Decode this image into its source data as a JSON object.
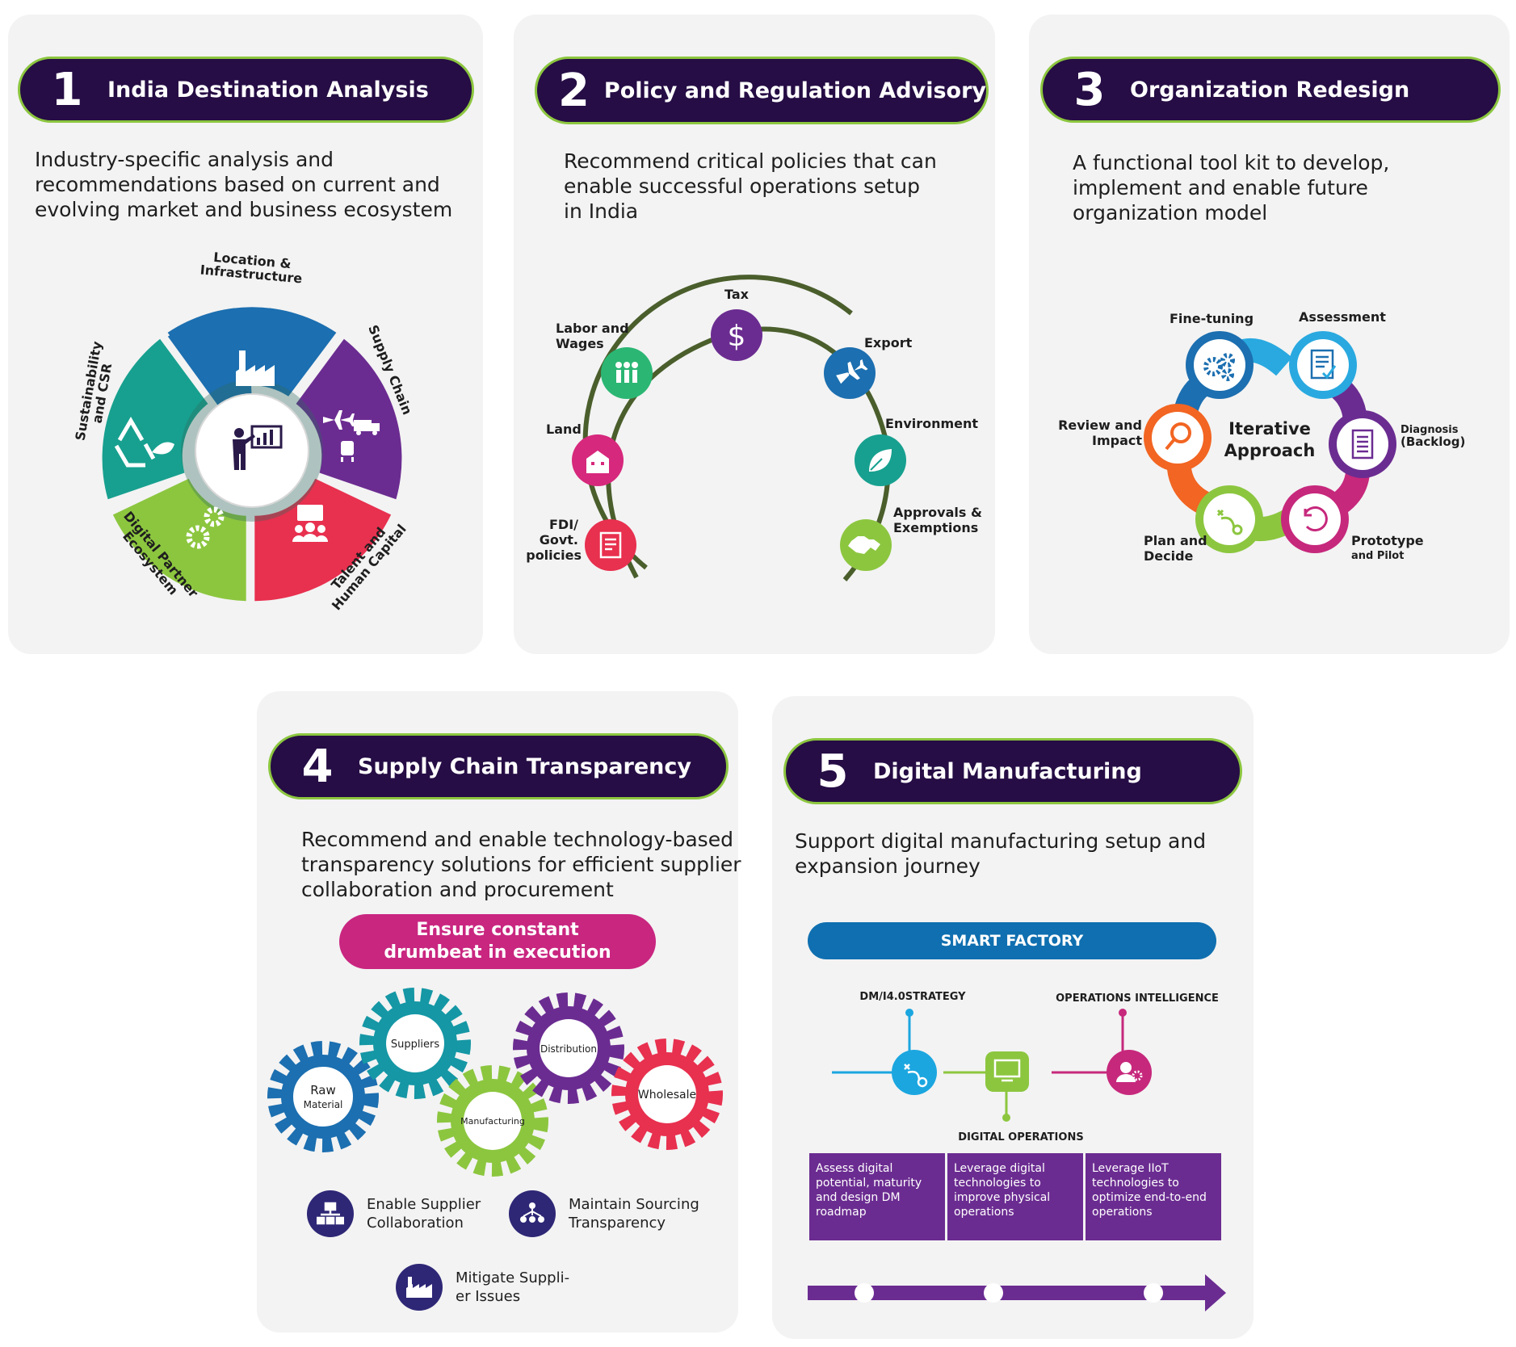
{
  "cards": [
    {
      "number": "1",
      "title": "India Destination Analysis",
      "description": [
        "Industry-specific analysis and",
        "recommendations based on current and",
        "evolving market and business ecosystem"
      ]
    },
    {
      "number": "2",
      "title": "Policy and Regulation Advisory",
      "description": [
        "Recommend critical policies that can",
        "enable successful operations setup",
        "in India"
      ]
    },
    {
      "number": "3",
      "title": "Organization Redesign",
      "description": [
        "A functional tool kit to develop,",
        "implement and enable future",
        "organization model"
      ]
    },
    {
      "number": "4",
      "title": "Supply Chain Transparency",
      "description": [
        "Recommend and enable technology-based",
        "transparency solutions for efficient supplier",
        "collaboration and procurement"
      ]
    },
    {
      "number": "5",
      "title": "Digital Manufacturing",
      "description": [
        "Support digital manufacturing setup and",
        "expansion journey"
      ]
    }
  ],
  "wheel": {
    "segments": [
      {
        "label": [
          "Location &",
          "Infrastructure"
        ],
        "color": "#1c6fb0",
        "icon": "factory-icon"
      },
      {
        "label": [
          "Supply Chain"
        ],
        "color": "#6b2c91",
        "icon": "transport-icon"
      },
      {
        "label": [
          "Talent and",
          "Human Capital"
        ],
        "color": "#e8304f",
        "icon": "people-icon"
      },
      {
        "label": [
          "Digital Partner",
          "Ecosystem"
        ],
        "color": "#8cc63f",
        "icon": "gears-icon"
      },
      {
        "label": [
          "Sustainability",
          "and CSR"
        ],
        "color": "#17a08f",
        "icon": "recycle-icon"
      }
    ],
    "center_icon": "presenter-icon"
  },
  "policy_arc": [
    {
      "label": [
        "FDI/",
        "Govt.",
        "policies"
      ],
      "color": "#e8304f",
      "icon": "document-icon"
    },
    {
      "label": [
        "Land"
      ],
      "color": "#d6287c",
      "icon": "building-icon"
    },
    {
      "label": [
        "Labor and",
        "Wages"
      ],
      "color": "#2bb673",
      "icon": "workers-icon"
    },
    {
      "label": [
        "Tax"
      ],
      "color": "#6b2c91",
      "icon": "dollar-icon"
    },
    {
      "label": [
        "Export"
      ],
      "color": "#1c6fb0",
      "icon": "airplane-icon"
    },
    {
      "label": [
        "Environment"
      ],
      "color": "#17a08f",
      "icon": "leaf-icon"
    },
    {
      "label": [
        "Approvals &",
        "Exemptions"
      ],
      "color": "#8cc63f",
      "icon": "handshake-icon"
    }
  ],
  "iterative": {
    "center": [
      "Iterative",
      "Approach"
    ],
    "nodes": [
      {
        "label": [
          "Fine-tuning"
        ],
        "color": "#1c6fb0",
        "icon": "gears-icon"
      },
      {
        "label": [
          "Assessment"
        ],
        "color": "#29a9e0",
        "icon": "checklist-icon"
      },
      {
        "label": [
          "Diagnosis",
          "(Backlog)"
        ],
        "color": "#6b2c91",
        "icon": "document-icon"
      },
      {
        "label": [
          "Prototype",
          "and Pilot"
        ],
        "color": "#c6287c",
        "icon": "cycle-icon"
      },
      {
        "label": [
          "Plan and",
          "Decide"
        ],
        "color": "#8cc63f",
        "icon": "path-icon"
      },
      {
        "label": [
          "Review and",
          "Impact"
        ],
        "color": "#f26522",
        "icon": "magnifier-icon"
      }
    ]
  },
  "supply": {
    "pill": [
      "Ensure constant",
      "drumbeat in execution"
    ],
    "gears": [
      {
        "label": [
          "Raw",
          "Material"
        ],
        "color": "#1c6fb0"
      },
      {
        "label": [
          "Suppliers"
        ],
        "color": "#1597a5"
      },
      {
        "label": [
          "Manufacturing"
        ],
        "color": "#8cc63f"
      },
      {
        "label": [
          "Distribution"
        ],
        "color": "#6b2c91"
      },
      {
        "label": [
          "Wholesale"
        ],
        "color": "#e8304f"
      }
    ],
    "bullets": [
      {
        "text": [
          "Enable Supplier",
          "Collaboration"
        ],
        "icon": "network-icon"
      },
      {
        "text": [
          "Maintain Sourcing",
          "Transparency"
        ],
        "icon": "hierarchy-icon"
      },
      {
        "text": [
          "Mitigate Suppli-",
          "er Issues"
        ],
        "icon": "factory-icon"
      }
    ]
  },
  "digital": {
    "smart_factory": "SMART FACTORY",
    "nodes": [
      {
        "label": "DM/I4.0STRATEGY",
        "color": "#1ba6e0",
        "icon": "path-icon"
      },
      {
        "label": "DIGITAL OPERATIONS",
        "color": "#8cc63f",
        "icon": "monitor-icon"
      },
      {
        "label": "OPERATIONS INTELLIGENCE",
        "color": "#c6287c",
        "icon": "user-gear-icon"
      }
    ],
    "columns": [
      [
        "Assess digital",
        "potential, maturity",
        "and design DM",
        "roadmap"
      ],
      [
        "Leverage digital",
        "technologies to",
        "improve physical",
        "operations"
      ],
      [
        "Leverage IIoT",
        "technologies to",
        "optimize end-to-end",
        "operations"
      ]
    ],
    "colors": {
      "bar": "#0f6fb0",
      "columns": "#6b2c91",
      "arrow": "#6b2c91"
    }
  },
  "colors": {
    "banner": "#260d45",
    "banner_border": "#8cc63f",
    "card": "#f3f3f3",
    "pill": "#c92680"
  }
}
